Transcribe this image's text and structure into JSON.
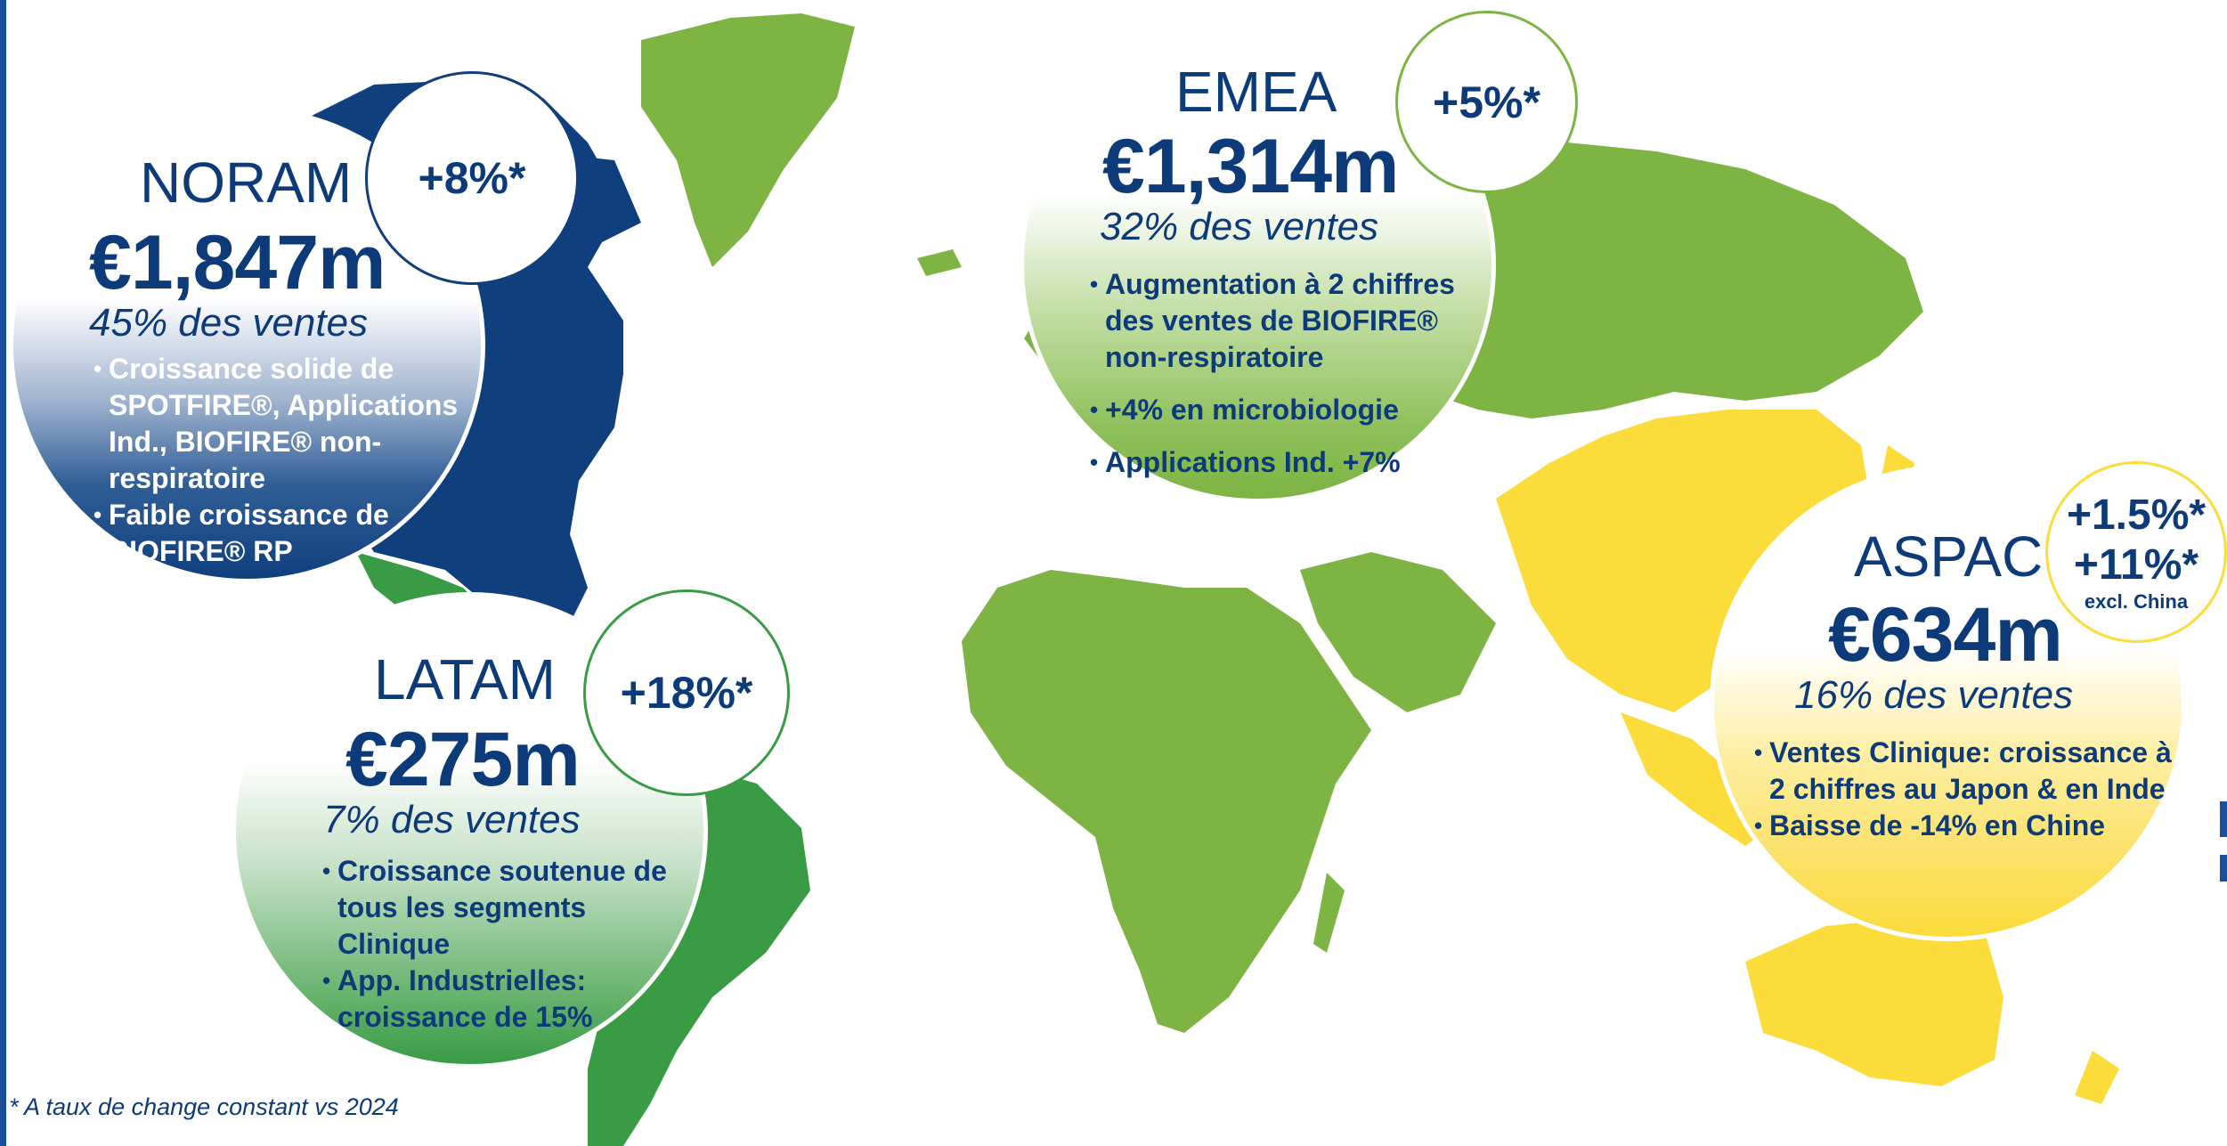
{
  "colors": {
    "noram": "#103f7e",
    "emea": "#7db444",
    "latam": "#3a9b45",
    "aspac": "#fbdc3a",
    "text": "#0d3b7a"
  },
  "regions": {
    "noram": {
      "name": "NORAM",
      "amount": "€1,847m",
      "share": "45% des ventes",
      "growth": "+8%*",
      "bullets": [
        "Croissance solide de SPOTFIRE®, Applications Ind., BIOFIRE® non-respiratoire",
        "Faible croissance de BIOFIRE® RP"
      ]
    },
    "emea": {
      "name": "EMEA",
      "amount": "€1,314m",
      "share": "32% des ventes",
      "growth": "+5%*",
      "bullets": [
        "Augmentation à 2 chiffres des ventes de BIOFIRE® non-respiratoire",
        "+4% en microbiologie",
        "Applications Ind. +7%"
      ]
    },
    "latam": {
      "name": "LATAM",
      "amount": "€275m",
      "share": "7% des ventes",
      "growth": "+18%*",
      "bullets": [
        "Croissance soutenue de tous les segments Clinique",
        "App. Industrielles: croissance de 15%"
      ]
    },
    "aspac": {
      "name": "ASPAC",
      "amount": "€634m",
      "share": "16% des ventes",
      "growth": "+1.5%*",
      "growth_excl": "+11%*",
      "growth_excl_label": "excl. China",
      "bullets": [
        "Ventes Clinique: croissance à 2 chiffres au Japon & en Inde",
        "Baisse de -14% en Chine"
      ]
    }
  },
  "footnote": "* A taux de change constant vs 2024"
}
